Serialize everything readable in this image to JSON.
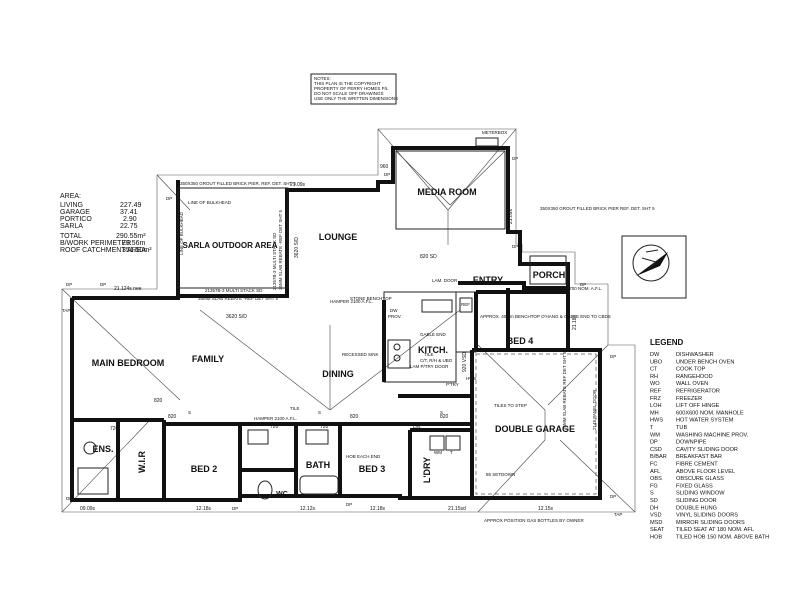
{
  "notes": {
    "lines": [
      "NOTES:",
      "THIS PLAN IS THE COPYRIGHT",
      "PROPERTY OF PERRY HOMES P/L",
      "DO NOT SCALE OFF DRAWINGS",
      "USE ONLY THE WRITTEN DIMENSIONS"
    ]
  },
  "areas": {
    "title": "AREA:",
    "rows": [
      {
        "label": "LIVING",
        "value": "227.49"
      },
      {
        "label": "GARAGE",
        "value": "37.41"
      },
      {
        "label": "PORTICO",
        "value": "2.90"
      },
      {
        "label": "SARLA",
        "value": "22.75"
      }
    ],
    "total_label": "TOTAL",
    "total_value": "290.55m²",
    "perimeter_label": "B/WORK PERIMETER",
    "perimeter_value": "79.56m",
    "roof_label": "ROOF CATCHMENT AREA",
    "roof_value": "351.50m²"
  },
  "rooms": {
    "media": "MEDIA ROOM",
    "sarla": "SARLA OUTDOOR AREA",
    "lounge": "LOUNGE",
    "entry": "ENTRY",
    "porch": "PORCH",
    "main_bedroom": "MAIN BEDROOM",
    "family": "FAMILY",
    "dining": "DINING",
    "kitchen": "KITCH.",
    "bed4": "BED 4",
    "double_garage": "DOUBLE GARAGE",
    "ens": "ENS.",
    "wir": "W.I.R",
    "bed2": "BED 2",
    "bath": "BATH",
    "bed3": "BED 3",
    "ldry": "L'DRY",
    "wc": "WC"
  },
  "annotations": {
    "meterbox": "METERBOX",
    "line_bulkhead": "LINE OF BULKHEAD",
    "line_bulkhead2": "LINE OF BULKHEAD",
    "grout_pier": "350X350 GROUT FILLED BRICK PIER. REF. DET. SHT 5",
    "grout_pier2": "350X350 GROUT FILLED BRICK PIER REF. DET. SHT 5",
    "stack": "21357B-3 MULTI STACK SD",
    "stack2": "21357B-3 MULTI STACK SD",
    "slab_rebate": "35MM SLAB REBATE -REF DET SHT 5",
    "slab_rebate2": "35MM SLAB REBATE -REF DET SHT 5",
    "hamper": "HAMPER 2100 A.F.L.",
    "hamper2": "HAMPER 2100 A.F.L.",
    "lam_door": "LAM. DOOR",
    "stone_benchtop": "STONE BENCHTOP",
    "recessed_sink": "RECESSED SINK",
    "gable_end": "GABLE END",
    "approx": "APPROX. 40mm BENCHTOP O'HANG & GABLE END TO CBDS",
    "tile": "TILE",
    "tiles_to_step": "TILES TO STEP",
    "porch_ceiling": "PORCH CEILING 2700 NOM. A.F.L.",
    "setdown": "86 SETDOWN",
    "gas": "APPROX POSITION GAS BOTTLES BY OWNER",
    "panel_door": "2148 PANEL DOOR",
    "slab_rebate_garage": "35MM SLAB REBATE REF DET SHT 5",
    "hob": "HOB EACH END",
    "linen": "LIN.",
    "pantry": "LAM P/TRY DOOR",
    "cupboards": "C/T, R/H & UBO",
    "dw": "DW",
    "prov": "PROV.",
    "ref": "REF",
    "tile2": "TILE",
    "pantry2": "P'TRY"
  },
  "dimensions": {
    "d1": "21.09s",
    "d2": "21.124s nee",
    "d3": "3620 S/D",
    "d4": "3620 S/D",
    "d5": "820",
    "d6": "820",
    "d7": "820",
    "d8": "820 SD",
    "d9": "720",
    "d10": "09.09s",
    "d11": "12.18s",
    "d12": "12.12s",
    "d13": "12.18s",
    "d14": "21.15sd",
    "d15": "12.15s",
    "d16": "21.18s",
    "d17": "21.09s",
    "d18": "960",
    "d19": "720",
    "d20": "720",
    "d21": "820",
    "d22": "920 VSD"
  },
  "markers": {
    "dp": "DP",
    "tap": "TAP",
    "mh": "MH",
    "hws": "HWS",
    "s": "S",
    "wm": "WM",
    "trough": "T"
  },
  "legend": {
    "title": "LEGEND",
    "items": [
      {
        "code": "DW",
        "desc": "DISHWASHER"
      },
      {
        "code": "UBO",
        "desc": "UNDER BENCH OVEN"
      },
      {
        "code": "CT",
        "desc": "COOK TOP"
      },
      {
        "code": "RH",
        "desc": "RANGEHOOD"
      },
      {
        "code": "WO",
        "desc": "WALL OVEN"
      },
      {
        "code": "REF",
        "desc": "REFRIGERATOR"
      },
      {
        "code": "FRZ",
        "desc": "FREEZER"
      },
      {
        "code": "LOH",
        "desc": "LIFT OFF HINGE"
      },
      {
        "code": "MH",
        "desc": "600X600 NOM. MANHOLE"
      },
      {
        "code": "HWS",
        "desc": "HOT WATER SYSTEM"
      },
      {
        "code": "T",
        "desc": "TUB"
      },
      {
        "code": "WM",
        "desc": "WASHING MACHINE PROV."
      },
      {
        "code": "DP",
        "desc": "DOWNPIPE"
      },
      {
        "code": "CSD",
        "desc": "CAVITY SLIDING DOOR"
      },
      {
        "code": "B/BAR",
        "desc": "BREAKFAST BAR"
      },
      {
        "code": "FC",
        "desc": "FIBRE CEMENT"
      },
      {
        "code": "AFL",
        "desc": "ABOVE FLOOR LEVEL"
      },
      {
        "code": "OBS",
        "desc": "OBSCURE GLASS"
      },
      {
        "code": "FG",
        "desc": "FIXED GLASS"
      },
      {
        "code": "S",
        "desc": "SLIDING WINDOW"
      },
      {
        "code": "SD",
        "desc": "SLIDING DOOR"
      },
      {
        "code": "DH",
        "desc": "DOUBLE HUNG"
      },
      {
        "code": "VSD",
        "desc": "VINYL SLIDING DOORS"
      },
      {
        "code": "MSD",
        "desc": "MIRROR SLIDING DOORS"
      },
      {
        "code": "SEAT",
        "desc": "TILED SEAT AT 180 NOM. AFL"
      },
      {
        "code": "HOB",
        "desc": "TILED HOB 150 NOM. ABOVE BATH"
      }
    ]
  }
}
